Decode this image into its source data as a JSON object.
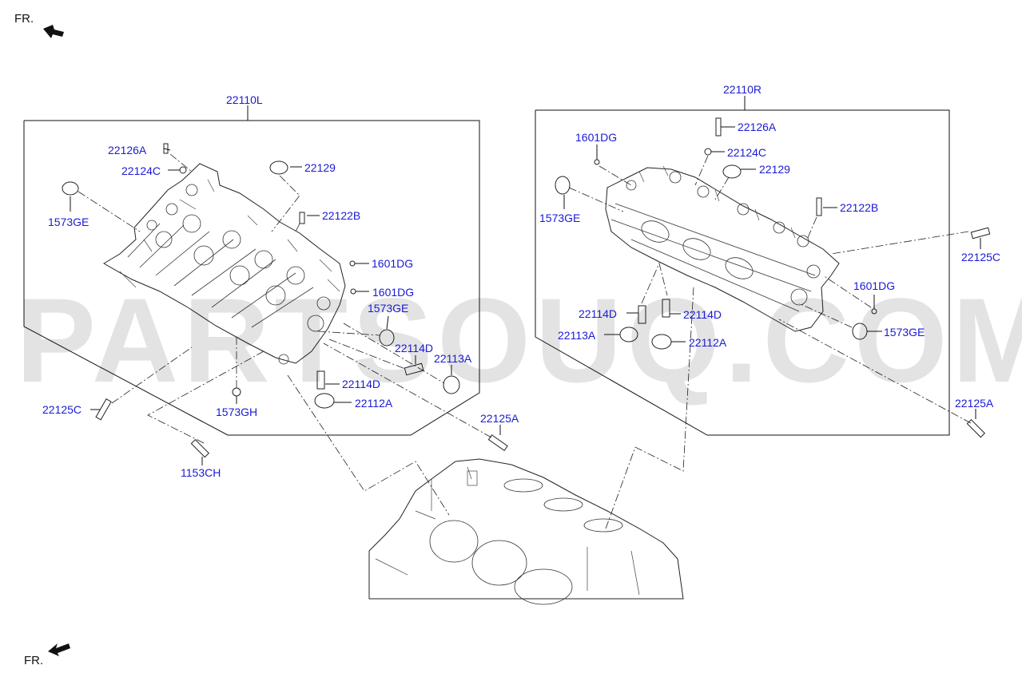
{
  "watermark": "PARTSOUQ.COM",
  "orientation": {
    "top_label": "FR.",
    "bottom_label": "FR."
  },
  "assemblies": {
    "left": "22110L",
    "right": "22110R"
  },
  "left_parts": {
    "p22126A": "22126A",
    "p22124C": "22124C",
    "p22129": "22129",
    "p22122B": "22122B",
    "p1573GE_top": "1573GE",
    "p1601DG_1": "1601DG",
    "p1601DG_2": "1601DG",
    "p1573GE_mid": "1573GE",
    "p22114D_1": "22114D",
    "p22113A": "22113A",
    "p22114D_2": "22114D",
    "p22112A": "22112A",
    "p22125C": "22125C",
    "p1573GH": "1573GH",
    "p1153CH": "1153CH",
    "p22125A": "22125A"
  },
  "right_parts": {
    "p22126A": "22126A",
    "p1601DG_top": "1601DG",
    "p22124C": "22124C",
    "p22129": "22129",
    "p1573GE_top": "1573GE",
    "p22122B": "22122B",
    "p22125C": "22125C",
    "p1601DG_mid": "1601DG",
    "p22114D_1": "22114D",
    "p22114D_2": "22114D",
    "p22113A": "22113A",
    "p22112A": "22112A",
    "p1573GE_bot": "1573GE",
    "p22125A": "22125A"
  }
}
